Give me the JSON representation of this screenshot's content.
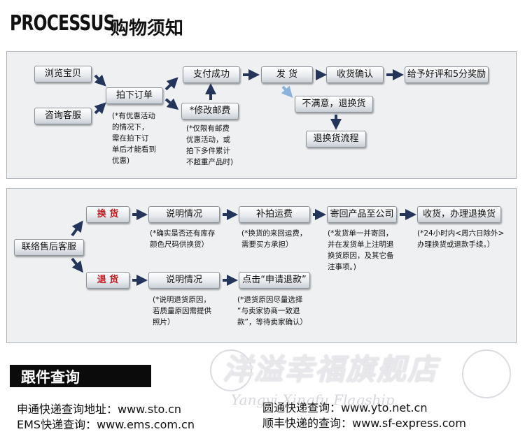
{
  "header": {
    "title_en": "PROCESSUS",
    "title_cn": "购物须知"
  },
  "flow_top": {
    "nodes": {
      "browse": "浏览宝贝",
      "consult": "咨询客服",
      "order": "拍下订单",
      "pay": "支付成功",
      "modify": "*修改邮费",
      "ship": "发 货",
      "confirm": "收货确认",
      "review": "给予好评和5分奖励",
      "unhappy": "不满意，退换货",
      "return_flow": "退换货流程"
    },
    "notes": {
      "order_note": [
        "(*有优惠活动",
        "的情况下，",
        "需在拍下订",
        "单后才能看到",
        "优惠)"
      ],
      "modify_note": [
        "(*仅限有邮费",
        "优惠活动，或",
        "拍下多件累计",
        "不超重产品时)"
      ]
    }
  },
  "flow_bottom": {
    "nodes": {
      "contact": "联络售后客服",
      "exchange": "换 货",
      "explain1": "说明情况",
      "postage": "补拍运费",
      "send_back": "寄回产品至公司",
      "receive": "收货，办理退换货",
      "refund": "退 货",
      "explain2": "说明情况",
      "apply": "点击“申请退款”"
    },
    "notes": {
      "explain1_note": [
        "(*确实是否还有库存",
        "颜色尺码供换货）"
      ],
      "postage_note": [
        "(*换货的来回运费，",
        "需要买方承担）"
      ],
      "send_back_note": [
        "(*发货单一并寄回，",
        "并在发货单上注明退",
        "换货原因，及其它备",
        "注事项。)"
      ],
      "receive_note": [
        "(*24小时内<周六日除外>",
        "办理换货或退款手续。）"
      ],
      "explain2_note": [
        "(*说明退货原因，",
        "若质量原因需提供",
        "照片）"
      ],
      "apply_note": [
        "(*退货原因尽量选择",
        "“与卖家协商一致退",
        "款”，等待卖家确认）"
      ]
    }
  },
  "tracking": {
    "title": "跟件查询",
    "links": [
      "申通快递查询地址：www.sto.cn",
      "EMS快递查询：www.ems.com.cn",
      "圆通快递查询：www.yto.net.cn",
      "顺丰快递的查询：www.sf-express.com"
    ]
  },
  "watermark": {
    "cn": "洋溢幸福旗舰店",
    "en": "Yangyi Xingfu Flagship"
  },
  "colors": {
    "arrow": "#24355c",
    "accent_red": "#c8161d",
    "panel_bg": "#eef0f2"
  }
}
